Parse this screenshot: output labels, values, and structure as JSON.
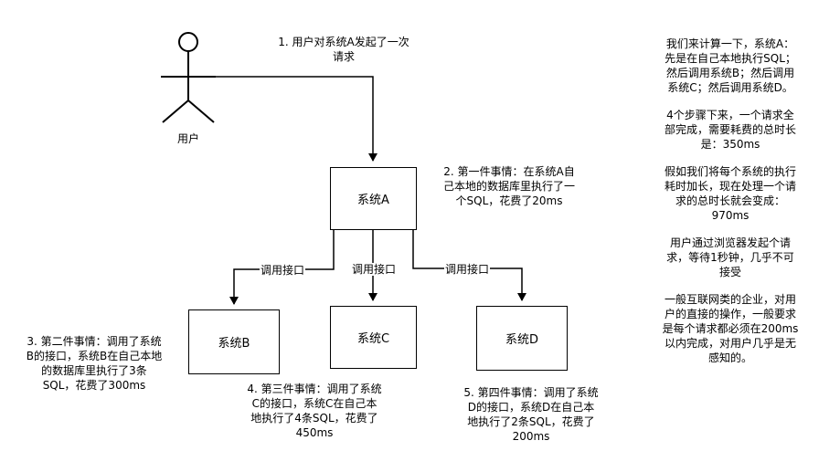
{
  "actor": {
    "label": "用户"
  },
  "systems": {
    "a": "系统A",
    "b": "系统B",
    "c": "系统C",
    "d": "系统D"
  },
  "edge_labels": {
    "ab": "调用接口",
    "ac": "调用接口",
    "ad": "调用接口"
  },
  "steps": {
    "s1": [
      "1. 用户对系统A发起了一次",
      "请求"
    ],
    "s2": [
      "2. 第一件事情：在系统A自",
      "己本地的数据库里执行了一",
      "个SQL，花费了20ms"
    ],
    "s3": [
      "3. 第二件事情：调用了系统",
      "B的接口，系统B在自己本地",
      "的数据库里执行了3条",
      "SQL，花费了300ms"
    ],
    "s4": [
      "4. 第三件事情：调用了系统",
      "C的接口，系统C在自己本",
      "地执行了4条SQL，花费了",
      "450ms"
    ],
    "s5": [
      "5. 第四件事情：调用了系统",
      "D的接口，系统D在自己本",
      "地执行了2条SQL，花费了",
      "200ms"
    ]
  },
  "notes": [
    [
      "我们来计算一下，系统A：",
      "先是在自己本地执行SQL；",
      "然后调用系统B；然后调用",
      "系统C；然后调用系统D。"
    ],
    [
      "4个步骤下来，一个请求全",
      "部完成，需要耗费的总时长",
      "是：350ms"
    ],
    [
      "假如我们将每个系统的执行",
      "耗时加长，现在处理一个请",
      "求的总时长就会变成：",
      "970ms"
    ],
    [
      "用户通过浏览器发起个请",
      "求，等待1秒钟，几乎不可",
      "接受"
    ],
    [
      "一般互联网类的企业，对用",
      "户的直接的操作，一般要求",
      "是每个请求都必须在200ms",
      "以内完成，对用户几乎是无",
      "感知的。"
    ]
  ]
}
